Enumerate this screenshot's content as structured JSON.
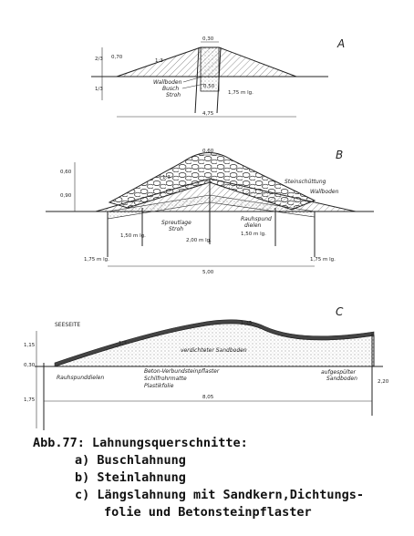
{
  "panel_a": {
    "letter": "A",
    "dims": {
      "top": "0,30",
      "h1": "0,70",
      "h2": "0,50",
      "bottom": "4,75",
      "slope": "1:3",
      "pile": "1,75 m lg."
    },
    "labels": {
      "wallboden": "Wallboden",
      "busch": "Busch",
      "stroh": "Stroh"
    },
    "side_dims": {
      "upper": "2/3",
      "lower": "1/3"
    }
  },
  "panel_b": {
    "letter": "B",
    "dims": {
      "top": "0,60",
      "h_upper": "0,60",
      "h_lower": "0,90",
      "slope": "1:3",
      "bottom": "5,00",
      "pile_left": "1,75 m lg.",
      "pile_right": "1,75 m lg.",
      "pile_mid_left": "1,50 m lg.",
      "pile_center": "2,00 m lg.",
      "pile_mid_right": "1,50 m lg."
    },
    "labels": {
      "steinschuettung": "Steinschüttung",
      "wallboden": "Wallboden",
      "spreutlage": "Spreutlage",
      "stroh": "Stroh",
      "rauhspund_1": "Rauhspund",
      "rauhspund_2": "dielen"
    }
  },
  "panel_c": {
    "letter": "C",
    "dims": {
      "left_top": "1,15",
      "left_mid": "0,30",
      "left_bottom": "1,75",
      "slope": "1:3",
      "crest": "1:25",
      "right": "2,20",
      "bottom": "8,05"
    },
    "labels": {
      "seeseite": "SEESEITE",
      "sandboden": "verdichteter Sandboden",
      "pflaster": "Beton-Verbundsteinpflaster",
      "schilfrohrmatte": "Schilfrohrmatte",
      "plastikfolie": "Plastikfolie",
      "rauhspund": "Rauhspunddielen",
      "aufgespuelt_1": "aufgespülter",
      "aufgespuelt_2": "Sandboden"
    }
  },
  "caption": {
    "title": "Abb.77: Lahnungsquerschnitte:",
    "items": [
      "a) Buschlahnung",
      "b) Steinlahnung",
      "c) Längslahnung mit Sandkern,Dichtungs-"
    ],
    "continuation": "folie und Betonsteinpflaster"
  }
}
